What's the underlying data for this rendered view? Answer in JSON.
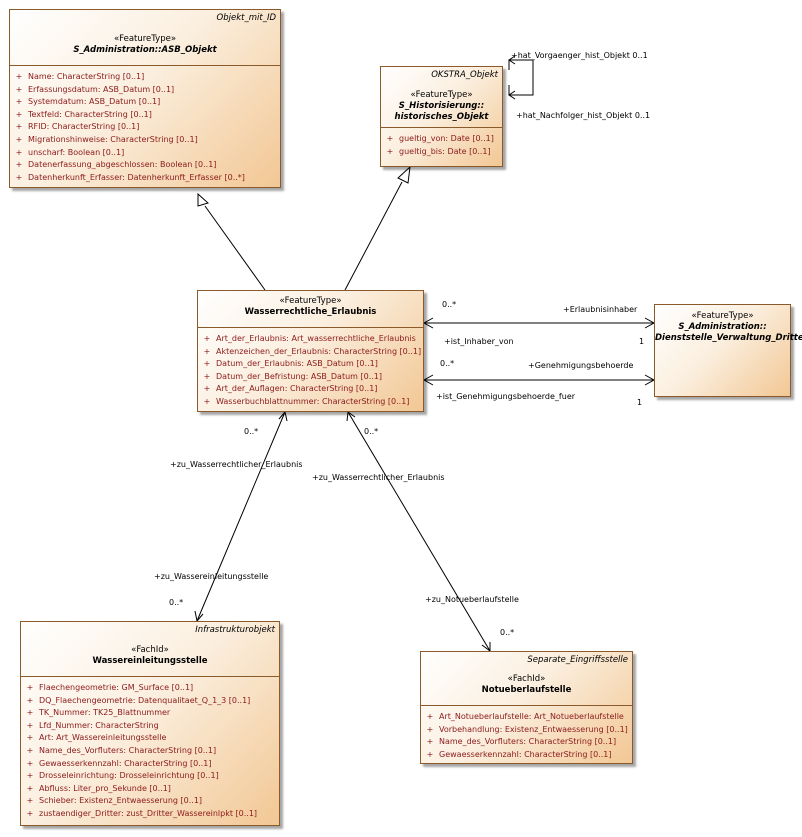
{
  "classes": {
    "asb_objekt": {
      "parent": "Objekt_mit_ID",
      "stereotype": "«FeatureType»",
      "name": "S_Administration::ASB_Objekt",
      "attributes": [
        "Name: CharacterString [0..1]",
        "Erfassungsdatum: ASB_Datum [0..1]",
        "Systemdatum: ASB_Datum [0..1]",
        "Textfeld: CharacterString [0..1]",
        "RFID: CharacterString [0..1]",
        "Migrationshinweise: CharacterString [0..1]",
        "unscharf: Boolean [0..1]",
        "Datenerfassung_abgeschlossen: Boolean [0..1]",
        "Datenherkunft_Erfasser: Datenherkunft_Erfasser [0..*]"
      ]
    },
    "historisches_objekt": {
      "parent": "OKSTRA_Objekt",
      "stereotype": "«FeatureType»",
      "name_line1": "S_Historisierung::",
      "name_line2": "historisches_Objekt",
      "attributes": [
        "gueltig_von: Date [0..1]",
        "gueltig_bis: Date [0..1]"
      ]
    },
    "wasserrechtliche_erlaubnis": {
      "stereotype": "«FeatureType»",
      "name": "Wasserrechtliche_Erlaubnis",
      "attributes": [
        "Art_der_Erlaubnis: Art_wasserrechtliche_Erlaubnis",
        "Aktenzeichen_der_Erlaubnis: CharacterString [0..1]",
        "Datum_der_Erlaubnis: ASB_Datum [0..1]",
        "Datum_der_Befristung: ASB_Datum [0..1]",
        "Art_der_Auflagen: CharacterString [0..1]",
        "Wasserbuchblattnummer: CharacterString [0..1]"
      ]
    },
    "dienststelle": {
      "stereotype": "«FeatureType»",
      "name_line1": "S_Administration::",
      "name_line2": "Dienststelle_Verwaltung_Dritter"
    },
    "wassereinleitungsstelle": {
      "parent": "Infrastrukturobjekt",
      "stereotype": "«FachId»",
      "name": "Wassereinleitungsstelle",
      "attributes": [
        "Flaechengeometrie: GM_Surface [0..1]",
        "DQ_Flaechengeometrie: Datenqualitaet_Q_1_3 [0..1]",
        "TK_Nummer: TK25_Blattnummer",
        "Lfd_Nummer: CharacterString",
        "Art: Art_Wassereinleitungsstelle",
        "Name_des_Vorfluters: CharacterString [0..1]",
        "Gewaesserkennzahl: CharacterString [0..1]",
        "Drosseleinrichtung: Drosseleinrichtung [0..1]",
        "Abfluss: Liter_pro_Sekunde [0..1]",
        "Schieber: Existenz_Entwaesserung [0..1]",
        "zustaendiger_Dritter: zust_Dritter_Wassereinlpkt [0..1]"
      ]
    },
    "notueberlaufstelle": {
      "parent": "Separate_Eingriffsstelle",
      "stereotype": "«FachId»",
      "name": "Notueberlaufstelle",
      "attributes": [
        "Art_Notueberlaufstelle: Art_Notueberlaufstelle",
        "Vorbehandlung: Existenz_Entwaesserung [0..1]",
        "Name_des_Vorfluters: CharacterString [0..1]",
        "Gewaesserkennzahl: CharacterString [0..1]"
      ]
    }
  },
  "labels": {
    "hat_vorgaenger": "+hat_Vorgaenger_hist_Objekt 0..1",
    "hat_nachfolger": "+hat_Nachfolger_hist_Objekt 0..1",
    "erlaubnisinhaber": "+Erlaubnisinhaber",
    "ist_inhaber_von": "+ist_Inhaber_von",
    "genehmigungsbehoerde": "+Genehmigungsbehoerde",
    "ist_genehmigungsbehoerde_fuer": "+ist_Genehmigungsbehoerde_fuer",
    "mult_0n_a": "0..*",
    "mult_1_a": "1",
    "mult_0n_b": "0..*",
    "mult_1_b": "1",
    "zu_wr_erlaubnis_left": "+zu_Wasserrechtlicher_Erlaubnis",
    "zu_wr_erlaubnis_right": "+zu_Wasserrechtlicher_Erlaubnis",
    "mult_0n_c": "0..*",
    "mult_0n_d": "0..*",
    "zu_wassereinleitungsstelle": "+zu_Wassereinleitungsstelle",
    "mult_0n_e": "0..*",
    "zu_notueberlaufstelle": "+zu_Notueberlaufstelle",
    "mult_0n_f": "0..*"
  },
  "colors": {
    "attribute_text": "#8b1a1a",
    "border": "#8a5a2b",
    "fill_dark": "#f2c794"
  }
}
